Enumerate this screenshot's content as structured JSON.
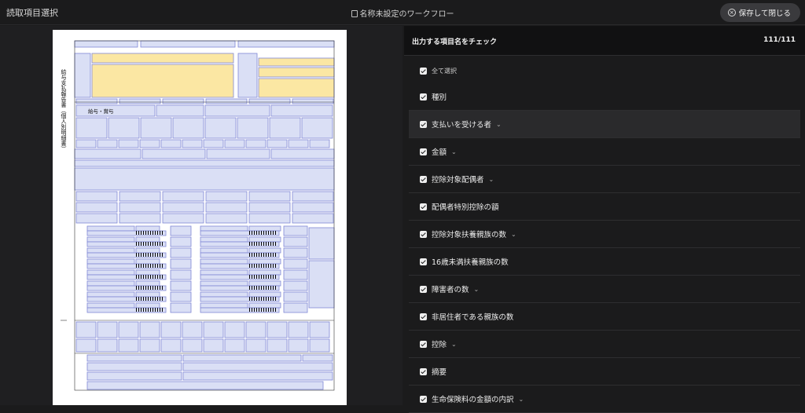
{
  "header": {
    "page_title": "読取項目選択",
    "workflow_title": "名称未設定のワークフロー",
    "save_close_label": "保存して閉じる"
  },
  "panel": {
    "title": "出力する項目名をチェック",
    "count": "111/111",
    "select_all": "全て選択",
    "items": [
      {
        "label": "種別",
        "expandable": false
      },
      {
        "label": "支払いを受ける者",
        "expandable": true
      },
      {
        "label": "金額",
        "expandable": true
      },
      {
        "label": "控除対象配偶者",
        "expandable": true
      },
      {
        "label": "配偶者特別控除の額",
        "expandable": false
      },
      {
        "label": "控除対象扶養親族の数",
        "expandable": true
      },
      {
        "label": "16歳未満扶養親族の数",
        "expandable": false
      },
      {
        "label": "障害者の数",
        "expandable": true
      },
      {
        "label": "非居住者である親族の数",
        "expandable": false
      },
      {
        "label": "控除",
        "expandable": true
      },
      {
        "label": "摘要",
        "expandable": false
      },
      {
        "label": "生命保険料の金額の内訳",
        "expandable": true
      }
    ]
  },
  "document": {
    "form_vertical_title": "給与支払報告書（個人別明細書）",
    "label_classification": "給与・賞与"
  }
}
